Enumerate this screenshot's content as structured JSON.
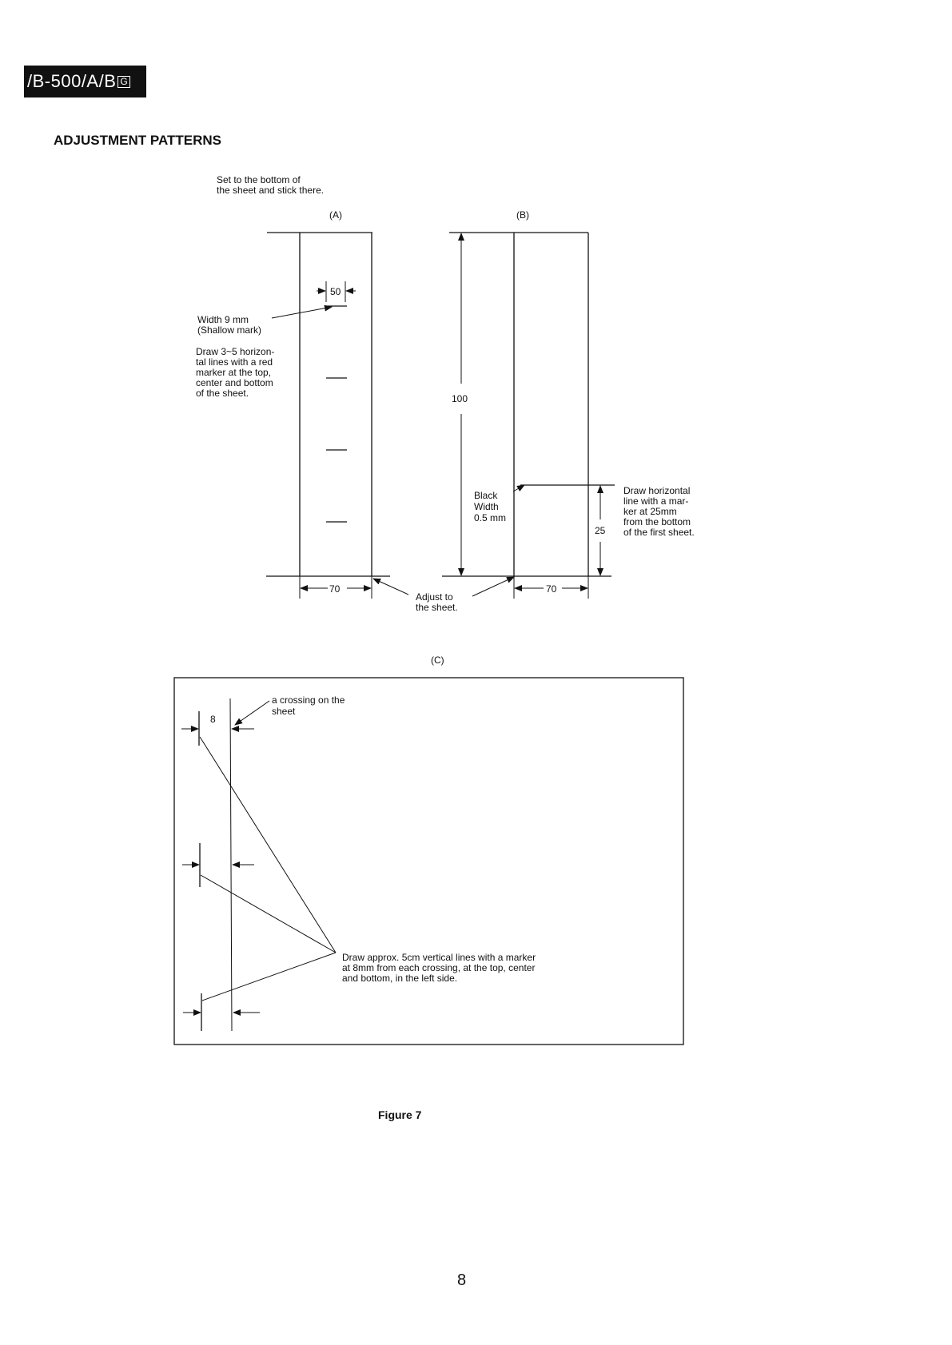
{
  "header": {
    "model_text": "/B-500/A/B",
    "model_suffix": "G"
  },
  "section_title": "ADJUSTMENT PATTERNS",
  "diagram_a": {
    "panel_label": "(A)",
    "note_top": [
      "Set to the bottom of",
      "the sheet and stick there."
    ],
    "dim_marker_width": "50",
    "width_label": [
      "Width 9 mm",
      "(Shallow mark)"
    ],
    "draw_note": [
      "Draw 3~5 horizon-",
      "tal lines with a red",
      "marker at the top,",
      "center and bottom",
      "of the sheet."
    ],
    "dim_sheet_width": "70"
  },
  "diagram_b": {
    "panel_label": "(B)",
    "dim_height": "100",
    "black_label": [
      "Black",
      "Width",
      "0.5 mm"
    ],
    "dim_line_height": "25",
    "draw_note": [
      "Draw    horizontal",
      "line  with  a  mar-",
      "ker     at     25mm",
      "from  the  bottom",
      "of the first sheet."
    ],
    "dim_sheet_width": "70"
  },
  "adjust_note": [
    "Adjust to",
    "the sheet."
  ],
  "diagram_c": {
    "panel_label": "(C)",
    "crossing_label": [
      "a crossing on the",
      "sheet"
    ],
    "dim_offset": "8",
    "draw_note": [
      "Draw approx. 5cm vertical lines with a marker",
      "at 8mm from each crossing, at the top, center",
      "and bottom, in the left side."
    ]
  },
  "figure_caption": "Figure 7",
  "page_number": "8"
}
